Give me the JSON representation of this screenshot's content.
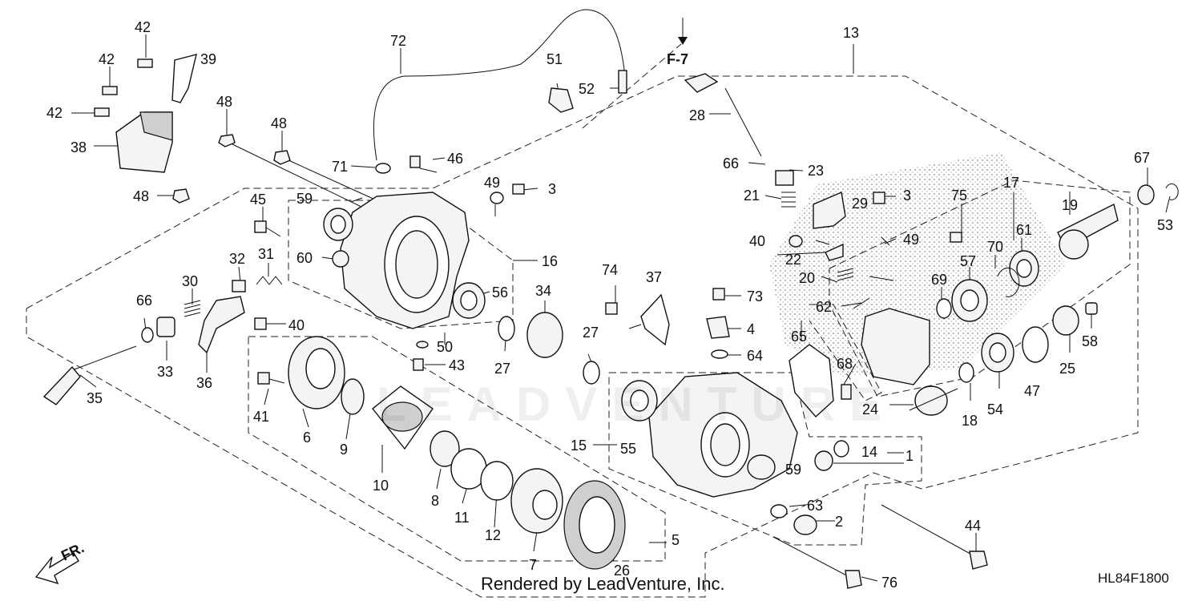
{
  "part_numbers": {
    "n1": "1",
    "n2": "2",
    "n3": "3",
    "n4": "4",
    "n5": "5",
    "n6": "6",
    "n7": "7",
    "n8": "8",
    "n9": "9",
    "n10": "10",
    "n11": "11",
    "n12": "12",
    "n13": "13",
    "n14": "14",
    "n15": "15",
    "n16": "16",
    "n17": "17",
    "n18": "18",
    "n19": "19",
    "n20": "20",
    "n21": "21",
    "n22": "22",
    "n23": "23",
    "n24": "24",
    "n25": "25",
    "n26": "26",
    "n27": "27",
    "n28": "28",
    "n29": "29",
    "n30": "30",
    "n31": "31",
    "n32": "32",
    "n33": "33",
    "n34": "34",
    "n35": "35",
    "n36": "36",
    "n37": "37",
    "n38": "38",
    "n39": "39",
    "n40": "40",
    "n41": "41",
    "n42": "42",
    "n43": "43",
    "n44": "44",
    "n45": "45",
    "n46": "46",
    "n47": "47",
    "n48": "48",
    "n49": "49",
    "n50": "50",
    "n51": "51",
    "n52": "52",
    "n53": "53",
    "n54": "54",
    "n55": "55",
    "n56": "56",
    "n57": "57",
    "n58": "58",
    "n59": "59",
    "n60": "60",
    "n61": "61",
    "n62": "62",
    "n63": "63",
    "n64": "64",
    "n65": "65",
    "n66": "66",
    "n67": "67",
    "n68": "68",
    "n69": "69",
    "n70": "70",
    "n71": "71",
    "n72": "72",
    "n73": "73",
    "n74": "74",
    "n75": "75",
    "n76": "76"
  },
  "reference_label": "F-7",
  "direction_label": "FR.",
  "render_credit": "Rendered by LeadVenture, Inc.",
  "diagram_code": "HL84F1800",
  "watermark_text": "LEADVENTURE"
}
